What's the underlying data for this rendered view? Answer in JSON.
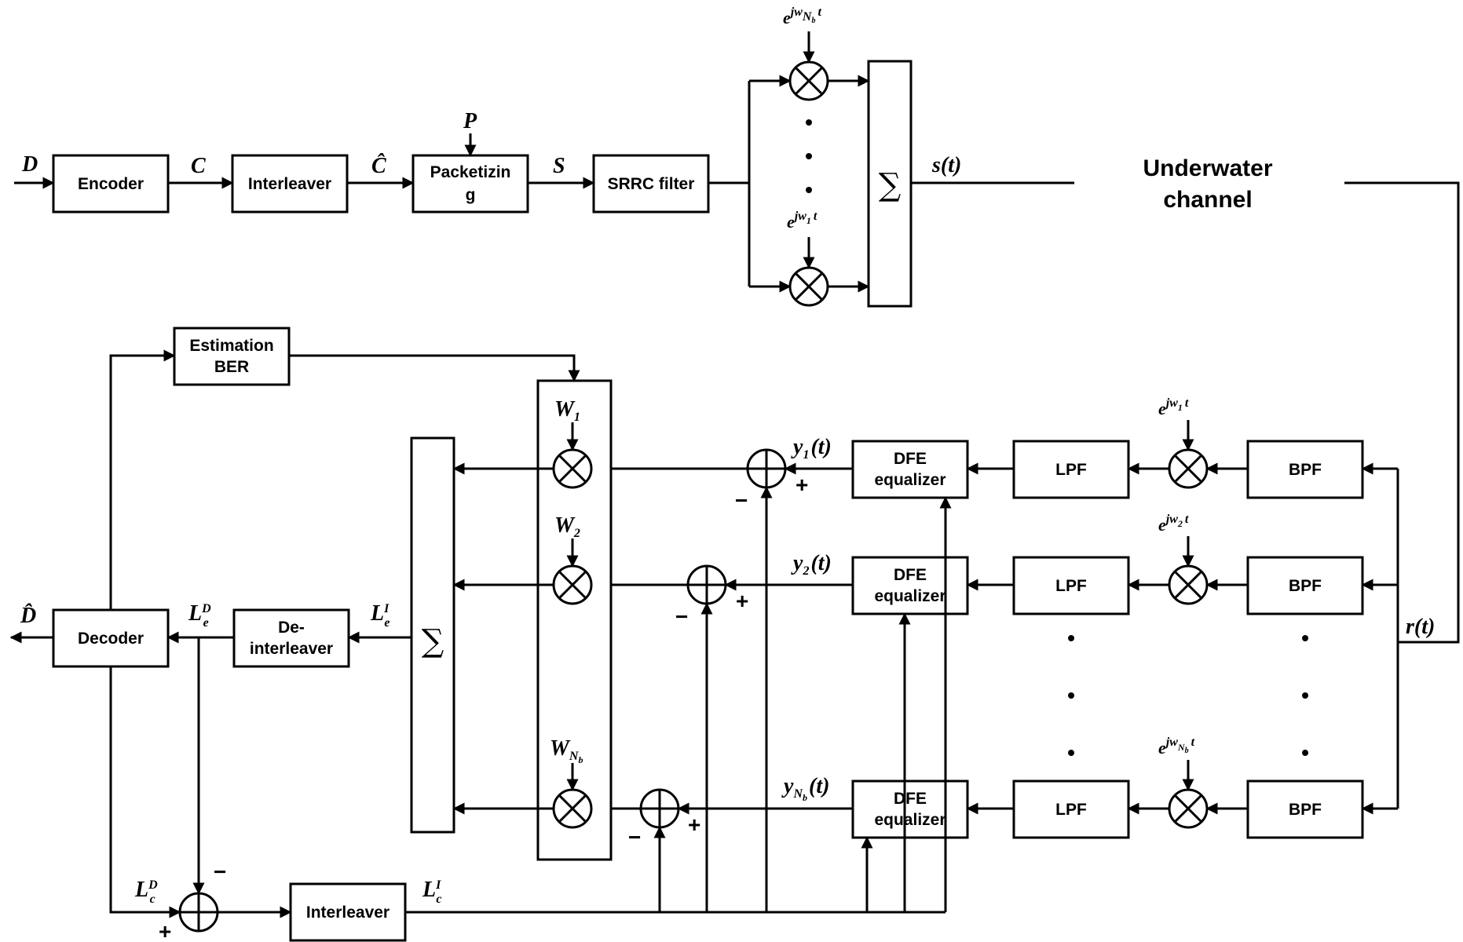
{
  "blocks": {
    "encoder": "Encoder",
    "interleaver_tx": "Interleaver",
    "packetizing_l1": "Packetizin",
    "packetizing_l2": "g",
    "srrc": "SRRC filter",
    "channel_l1": "Underwater",
    "channel_l2": "channel",
    "estimation_l1": "Estimation",
    "estimation_l2": "BER",
    "dfe_l1": "DFE",
    "dfe_l2": "equalizer",
    "lpf": "LPF",
    "bpf": "BPF",
    "decoder": "Decoder",
    "deinterleaver_l1": "De-",
    "deinterleaver_l2": "interleaver",
    "interleaver_rx": "Interleaver"
  },
  "symbols": {
    "sum": "∑",
    "D": "D",
    "C": "C",
    "C_hat": "Ĉ",
    "P": "P",
    "S": "S",
    "s_t": "s(t)",
    "r_t": "r(t)",
    "D_hat": "D̂",
    "W": "W",
    "W1_sub": "1",
    "W2_sub": "2",
    "WNb_sub": "N",
    "Nb_subsub": "b",
    "L": "L",
    "sub_e": "e",
    "sub_c": "c",
    "sup_D": "D",
    "sup_I": "I",
    "y1": "y",
    "y_sub1": "1",
    "y_sub2": "2",
    "y_subN": "N",
    "y_subb": "b",
    "y_arg": "(t)",
    "exp_e": "e",
    "exp_jw": "jw",
    "exp_t": "t",
    "exp_sub1": "1",
    "exp_sub2": "2",
    "exp_subN": "N",
    "exp_subb": "b",
    "plus": "+",
    "minus": "−",
    "dot": "•"
  }
}
